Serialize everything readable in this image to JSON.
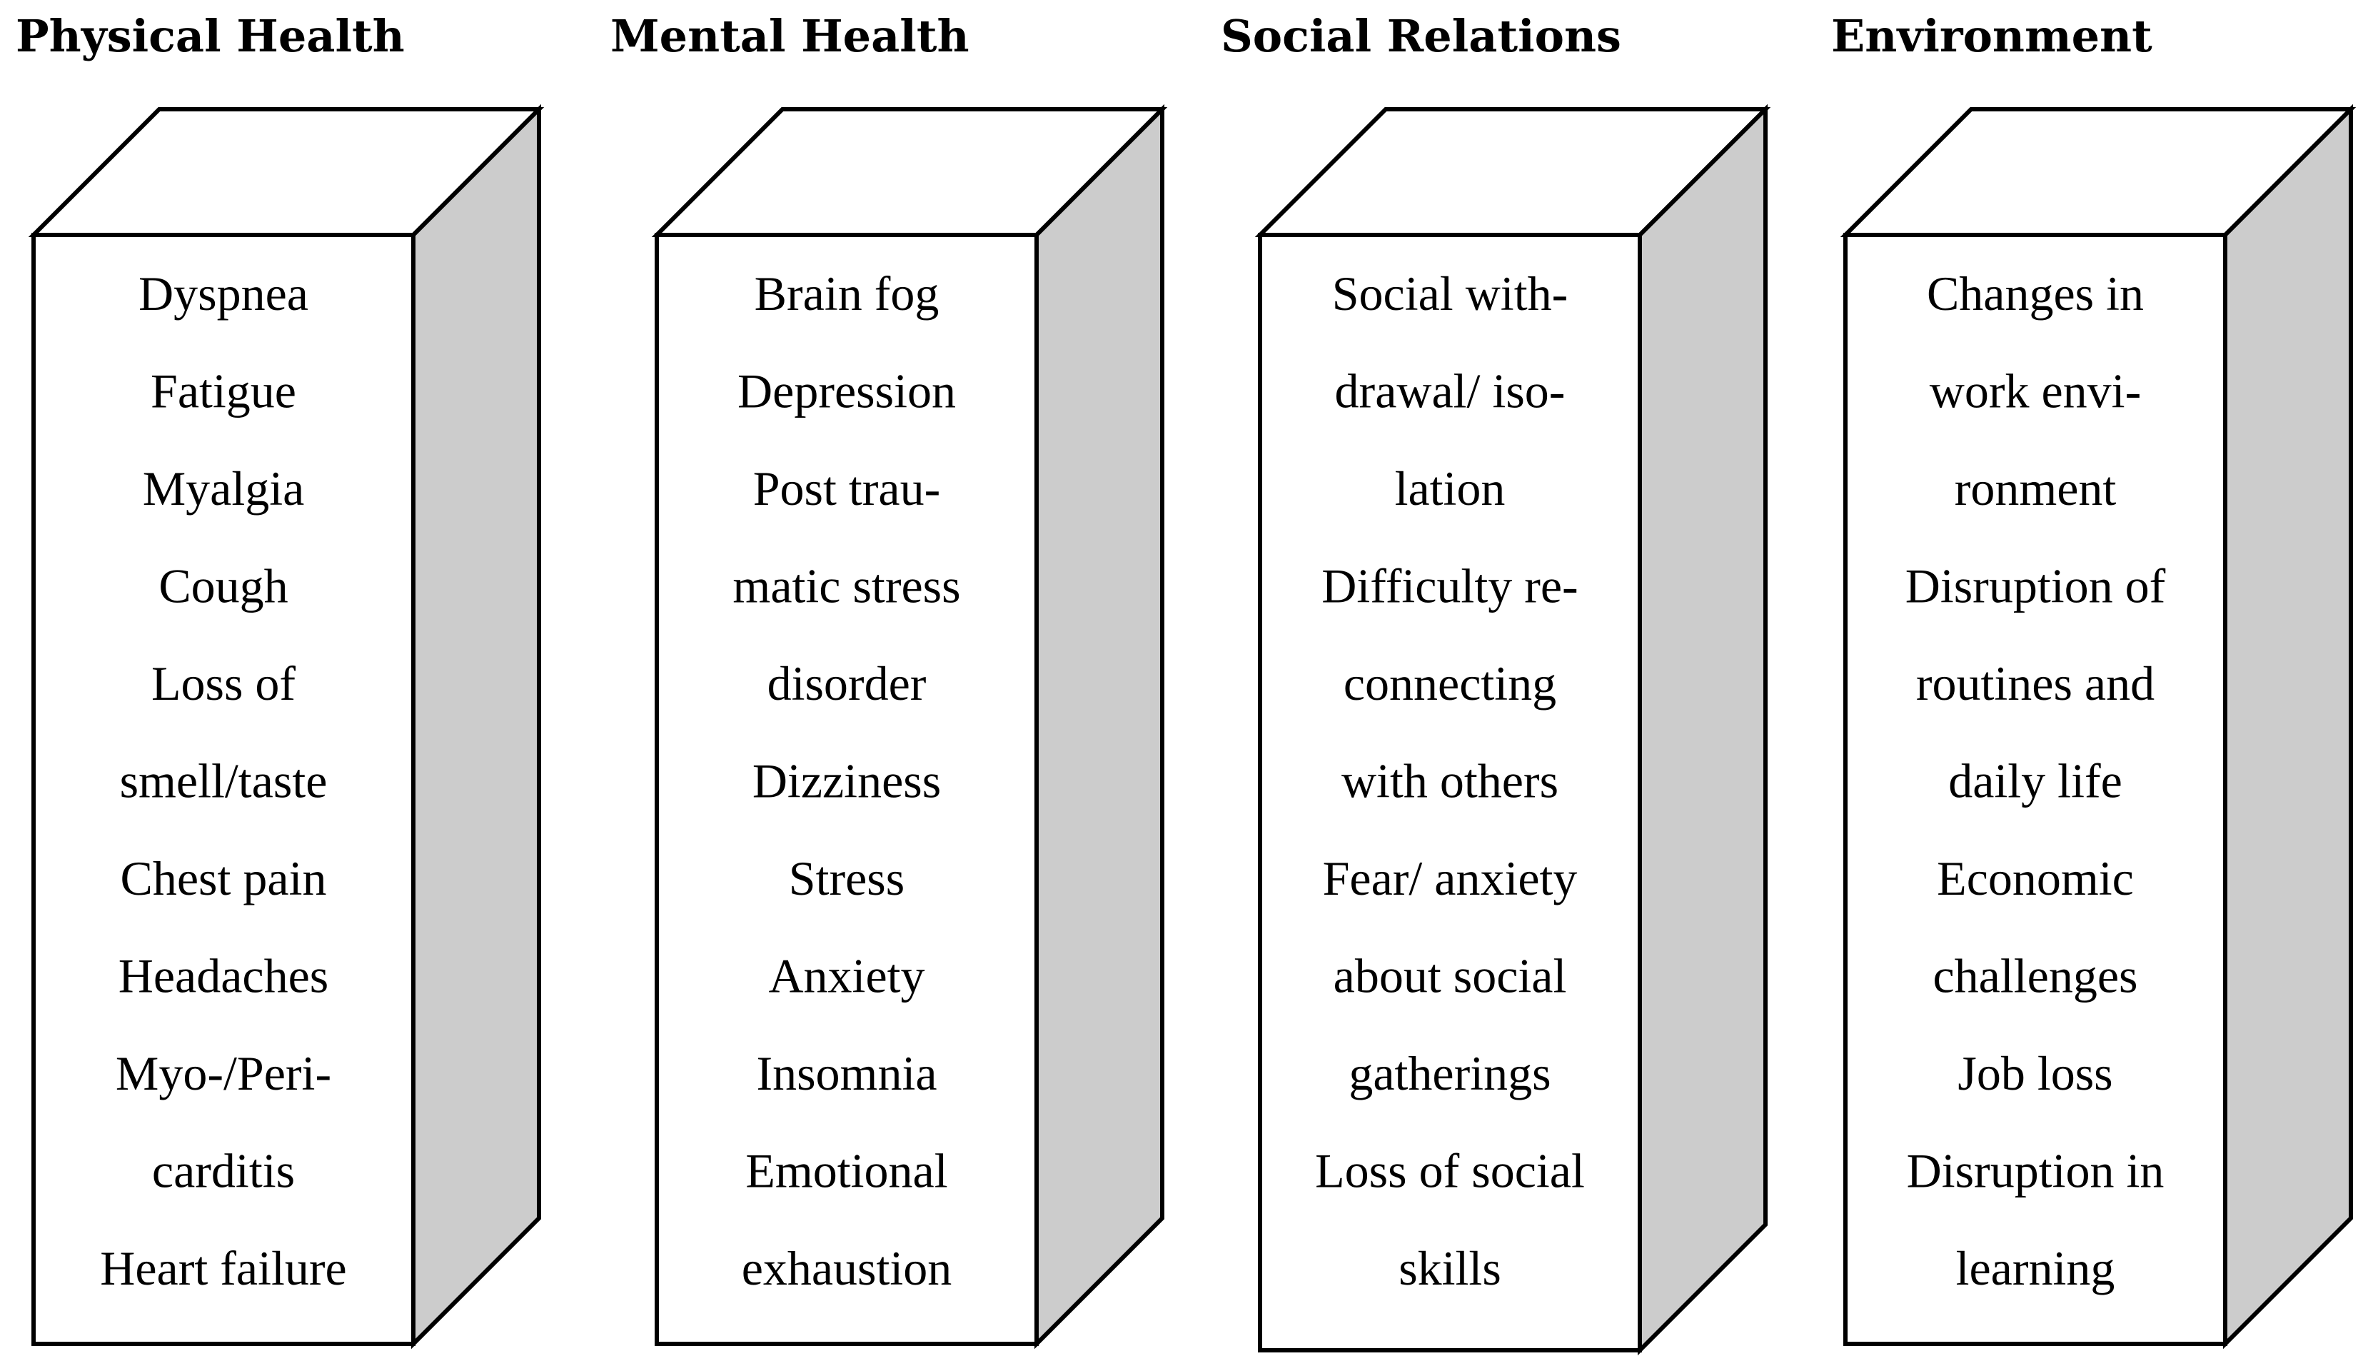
{
  "categories": [
    {
      "title": "Physical Health",
      "items": [
        "Dyspnea",
        "Fatigue",
        "Myalgia",
        "Cough",
        "Loss of",
        "smell/taste",
        "Chest pain",
        "Headaches",
        "Myo-/Peri-",
        "carditis",
        "Heart failure"
      ]
    },
    {
      "title": "Mental Health",
      "items": [
        "Brain fog",
        "Depression",
        "Post trau-",
        "matic stress",
        "disorder",
        "Dizziness",
        "Stress",
        "Anxiety",
        "Insomnia",
        "Emotional",
        "exhaustion"
      ]
    },
    {
      "title": "Social Relations",
      "items": [
        "Social with-",
        "drawal/ iso-",
        "lation",
        "Difficulty re-",
        "connecting",
        "with others",
        "Fear/ anxiety",
        "about social",
        "gatherings",
        "Loss of social",
        "skills"
      ]
    },
    {
      "title": "Environment",
      "items": [
        "Changes in",
        "work envi-",
        "ronment",
        "Disruption of",
        "routines and",
        "daily life",
        "Economic",
        "challenges",
        "Job loss",
        "Disruption in",
        "learning"
      ]
    }
  ],
  "colors": {
    "stroke": "#000000",
    "front_face": "#ffffff",
    "side_face": "#cccccc"
  }
}
